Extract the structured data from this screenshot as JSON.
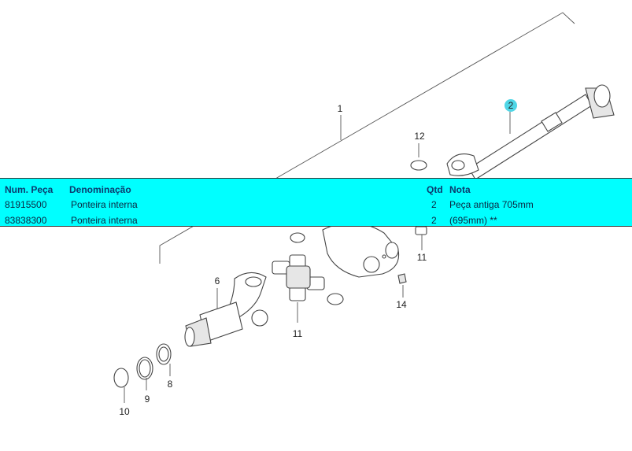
{
  "callouts": {
    "c1": "1",
    "c2": "2",
    "c6": "6",
    "c8": "8",
    "c9": "9",
    "c10": "10",
    "c11a": "11",
    "c11b": "11",
    "c12": "12",
    "c14": "14"
  },
  "colors": {
    "highlight": "#00ffff",
    "callout_highlight": "#4fd6e6",
    "header_text": "#0b3a6e"
  },
  "table": {
    "headers": {
      "part_number": "Num. Peça",
      "description": "Denominação",
      "qty": "Qtd",
      "note": "Nota"
    },
    "rows": [
      {
        "part_number": "81915500",
        "description": "Ponteira interna",
        "qty": "2",
        "note": "Peça antiga 705mm"
      },
      {
        "part_number": "83838300",
        "description": "Ponteira interna",
        "qty": "2",
        "note": "(695mm)  **"
      }
    ]
  }
}
